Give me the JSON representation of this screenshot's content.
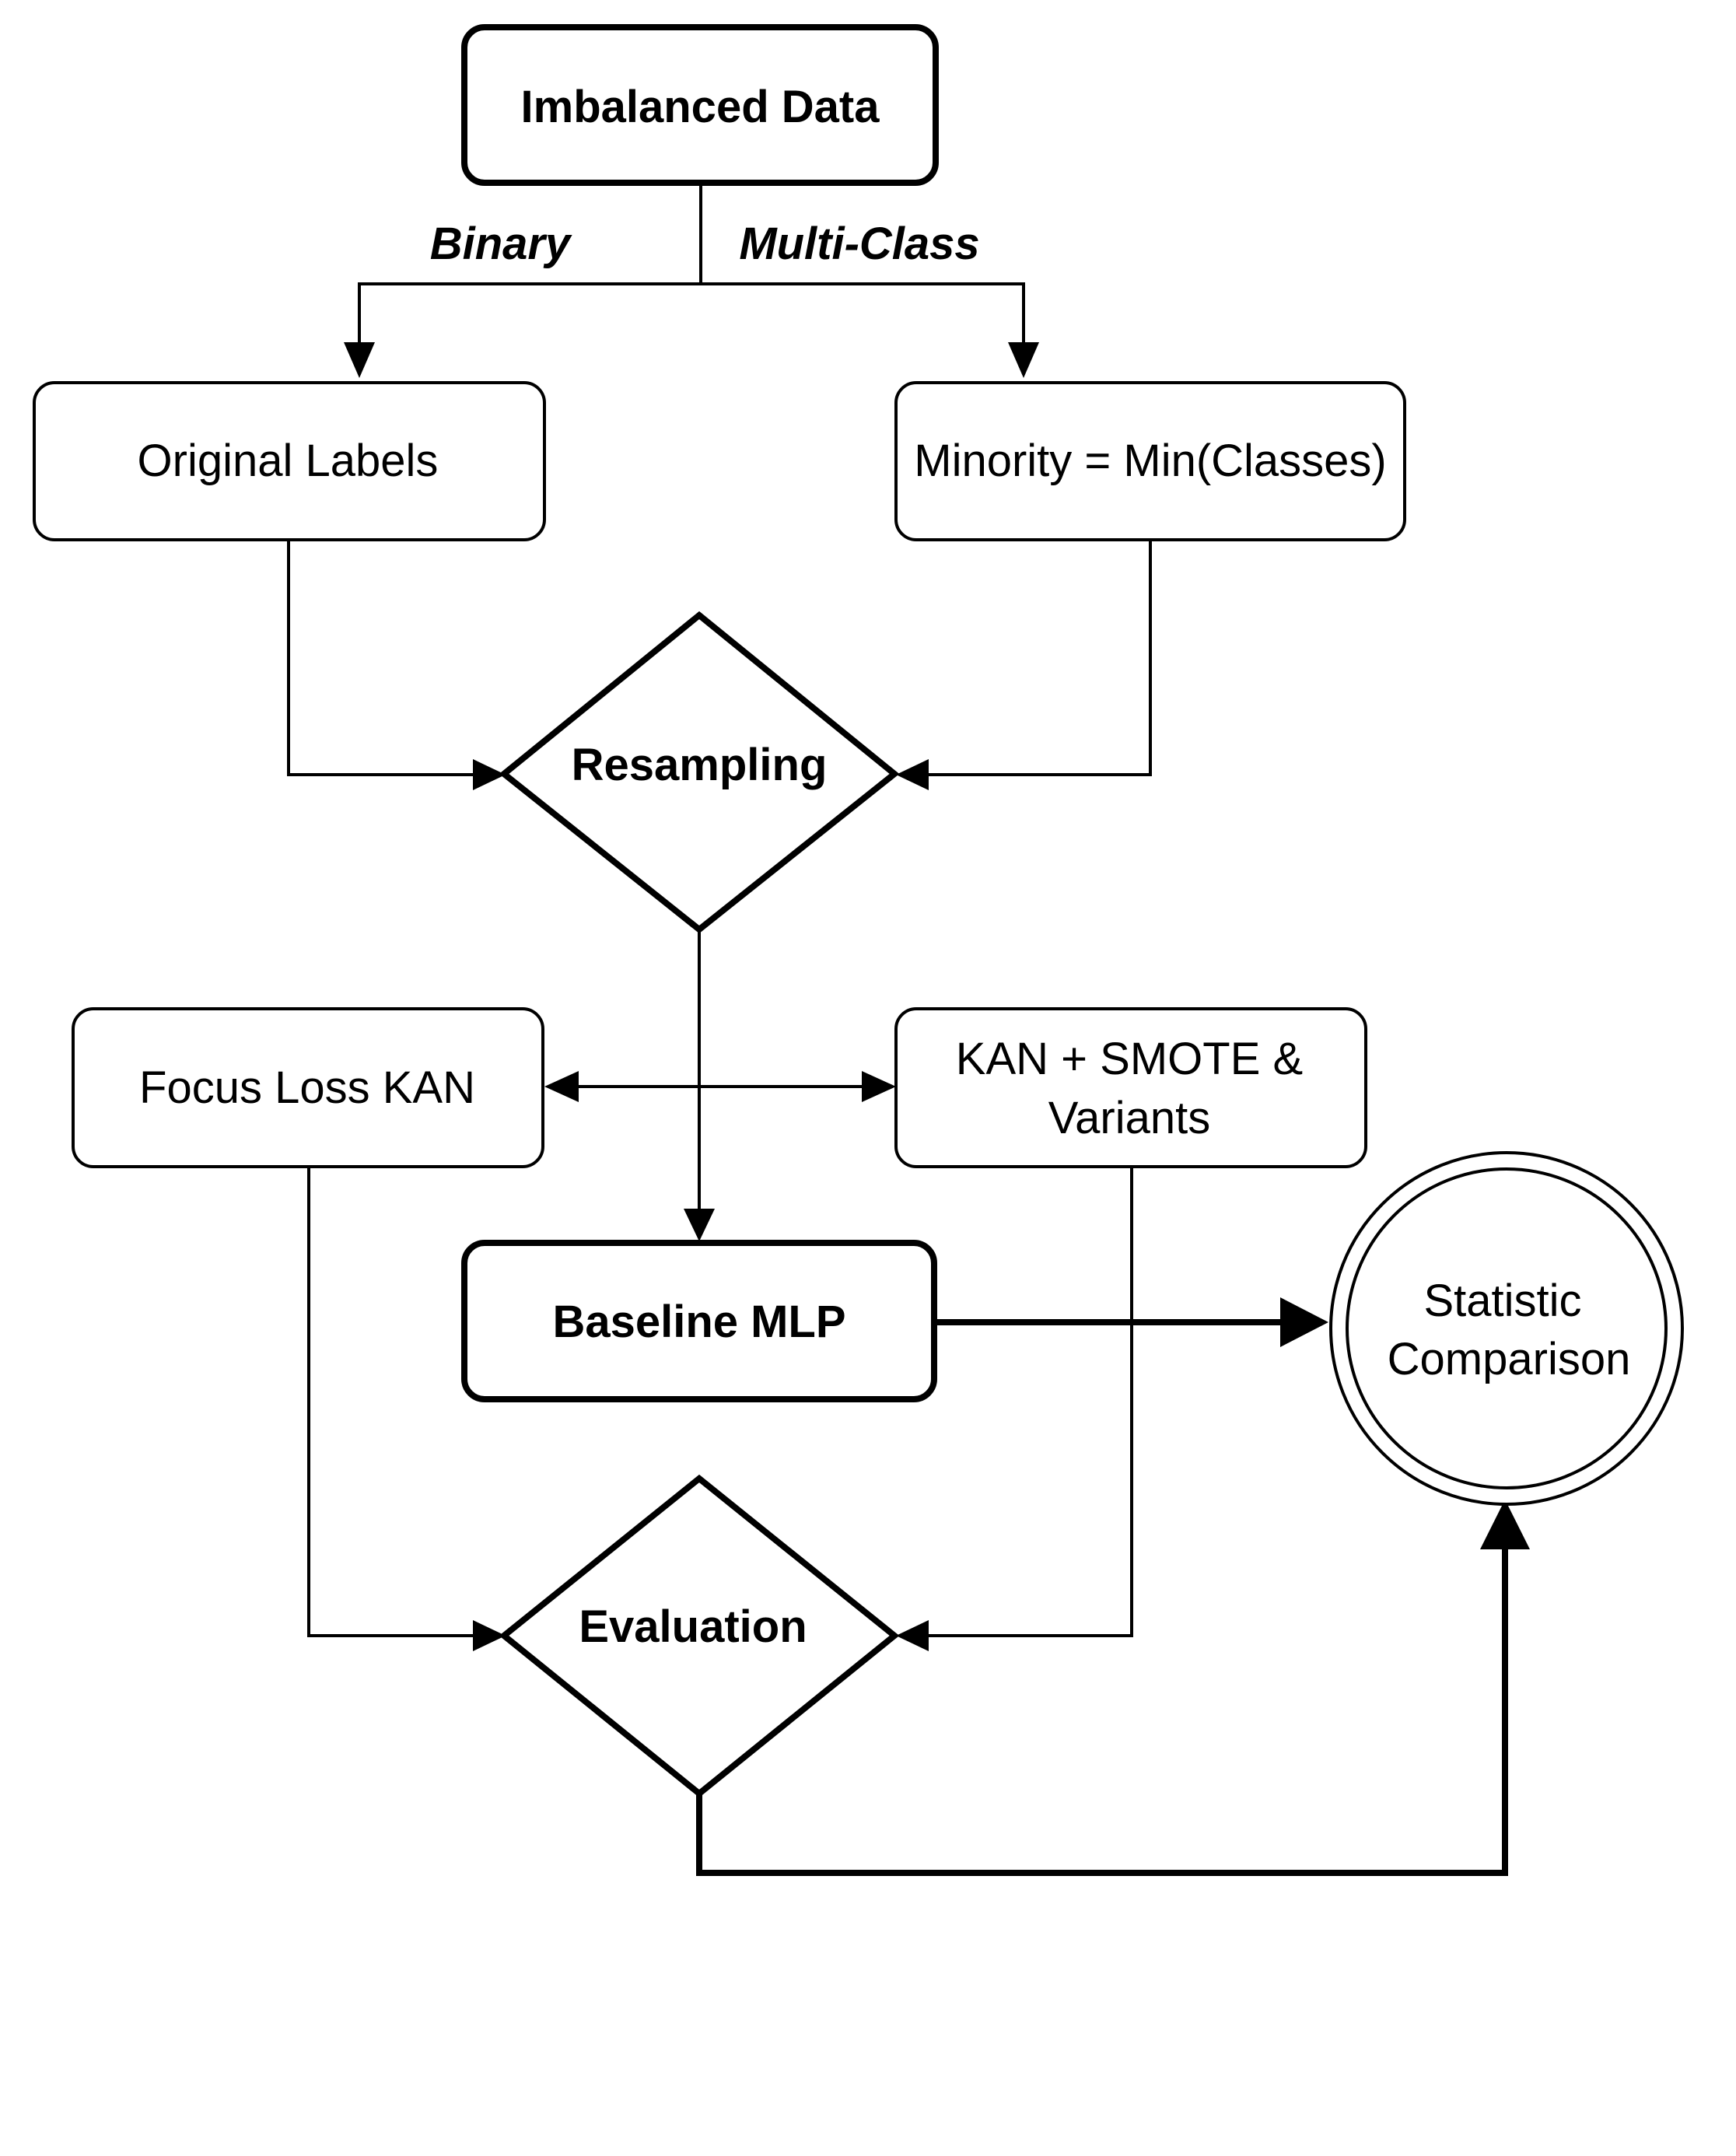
{
  "nodes": {
    "imbalanced_data": "Imbalanced Data",
    "original_labels": "Original Labels",
    "minority": "Minority = Min(Classes)",
    "resampling": "Resampling",
    "focus_loss_kan": "Focus Loss KAN",
    "kan_smote_line1": "KAN + SMOTE &",
    "kan_smote_line2": "Variants",
    "baseline_mlp": "Baseline MLP",
    "evaluation": "Evaluation",
    "statistic_line1": "Statistic",
    "statistic_line2": "Comparison"
  },
  "edges": {
    "binary": "Binary",
    "multi_class": "Multi-Class"
  }
}
